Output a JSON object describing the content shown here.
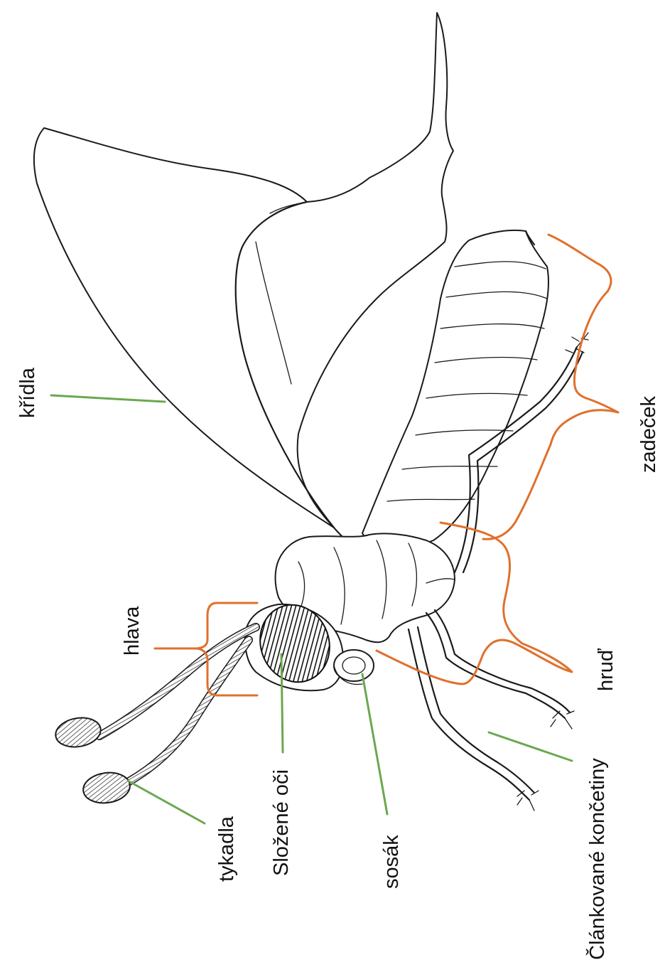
{
  "labels": {
    "kridla": "křídla",
    "hlava": "hlava",
    "hrud": "hruď",
    "zadecek": "zadeček",
    "tykadla": "tykadla",
    "slozene_oci": "Složené oči",
    "sosak": "sosák",
    "konceniny": "Článkované končetiny"
  },
  "colors": {
    "pointer_lines": "#6aa84f",
    "braces": "#e0702c",
    "outline": "#1a1a1a"
  }
}
